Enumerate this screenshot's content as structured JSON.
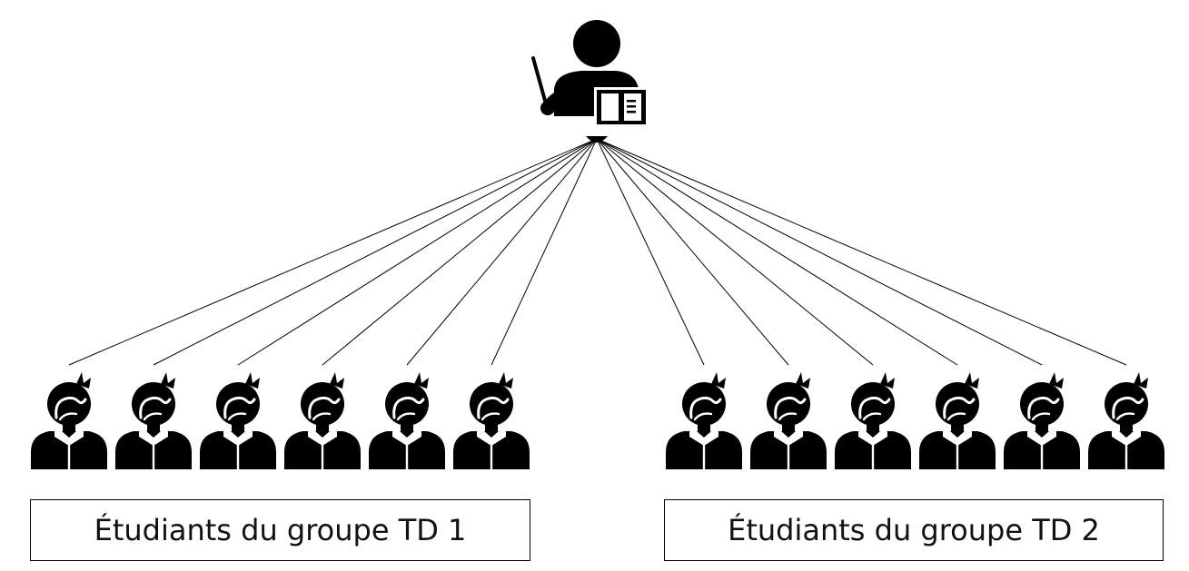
{
  "teacher": {
    "icon": "teacher-with-pointer-and-book-icon"
  },
  "groups": [
    {
      "label": "Étudiants du groupe TD 1",
      "student_count": 6,
      "student_icon": "student-icon"
    },
    {
      "label": "Étudiants du groupe TD 2",
      "student_count": 6,
      "student_icon": "student-icon"
    }
  ],
  "colors": {
    "ink": "#000000",
    "background": "#ffffff"
  }
}
